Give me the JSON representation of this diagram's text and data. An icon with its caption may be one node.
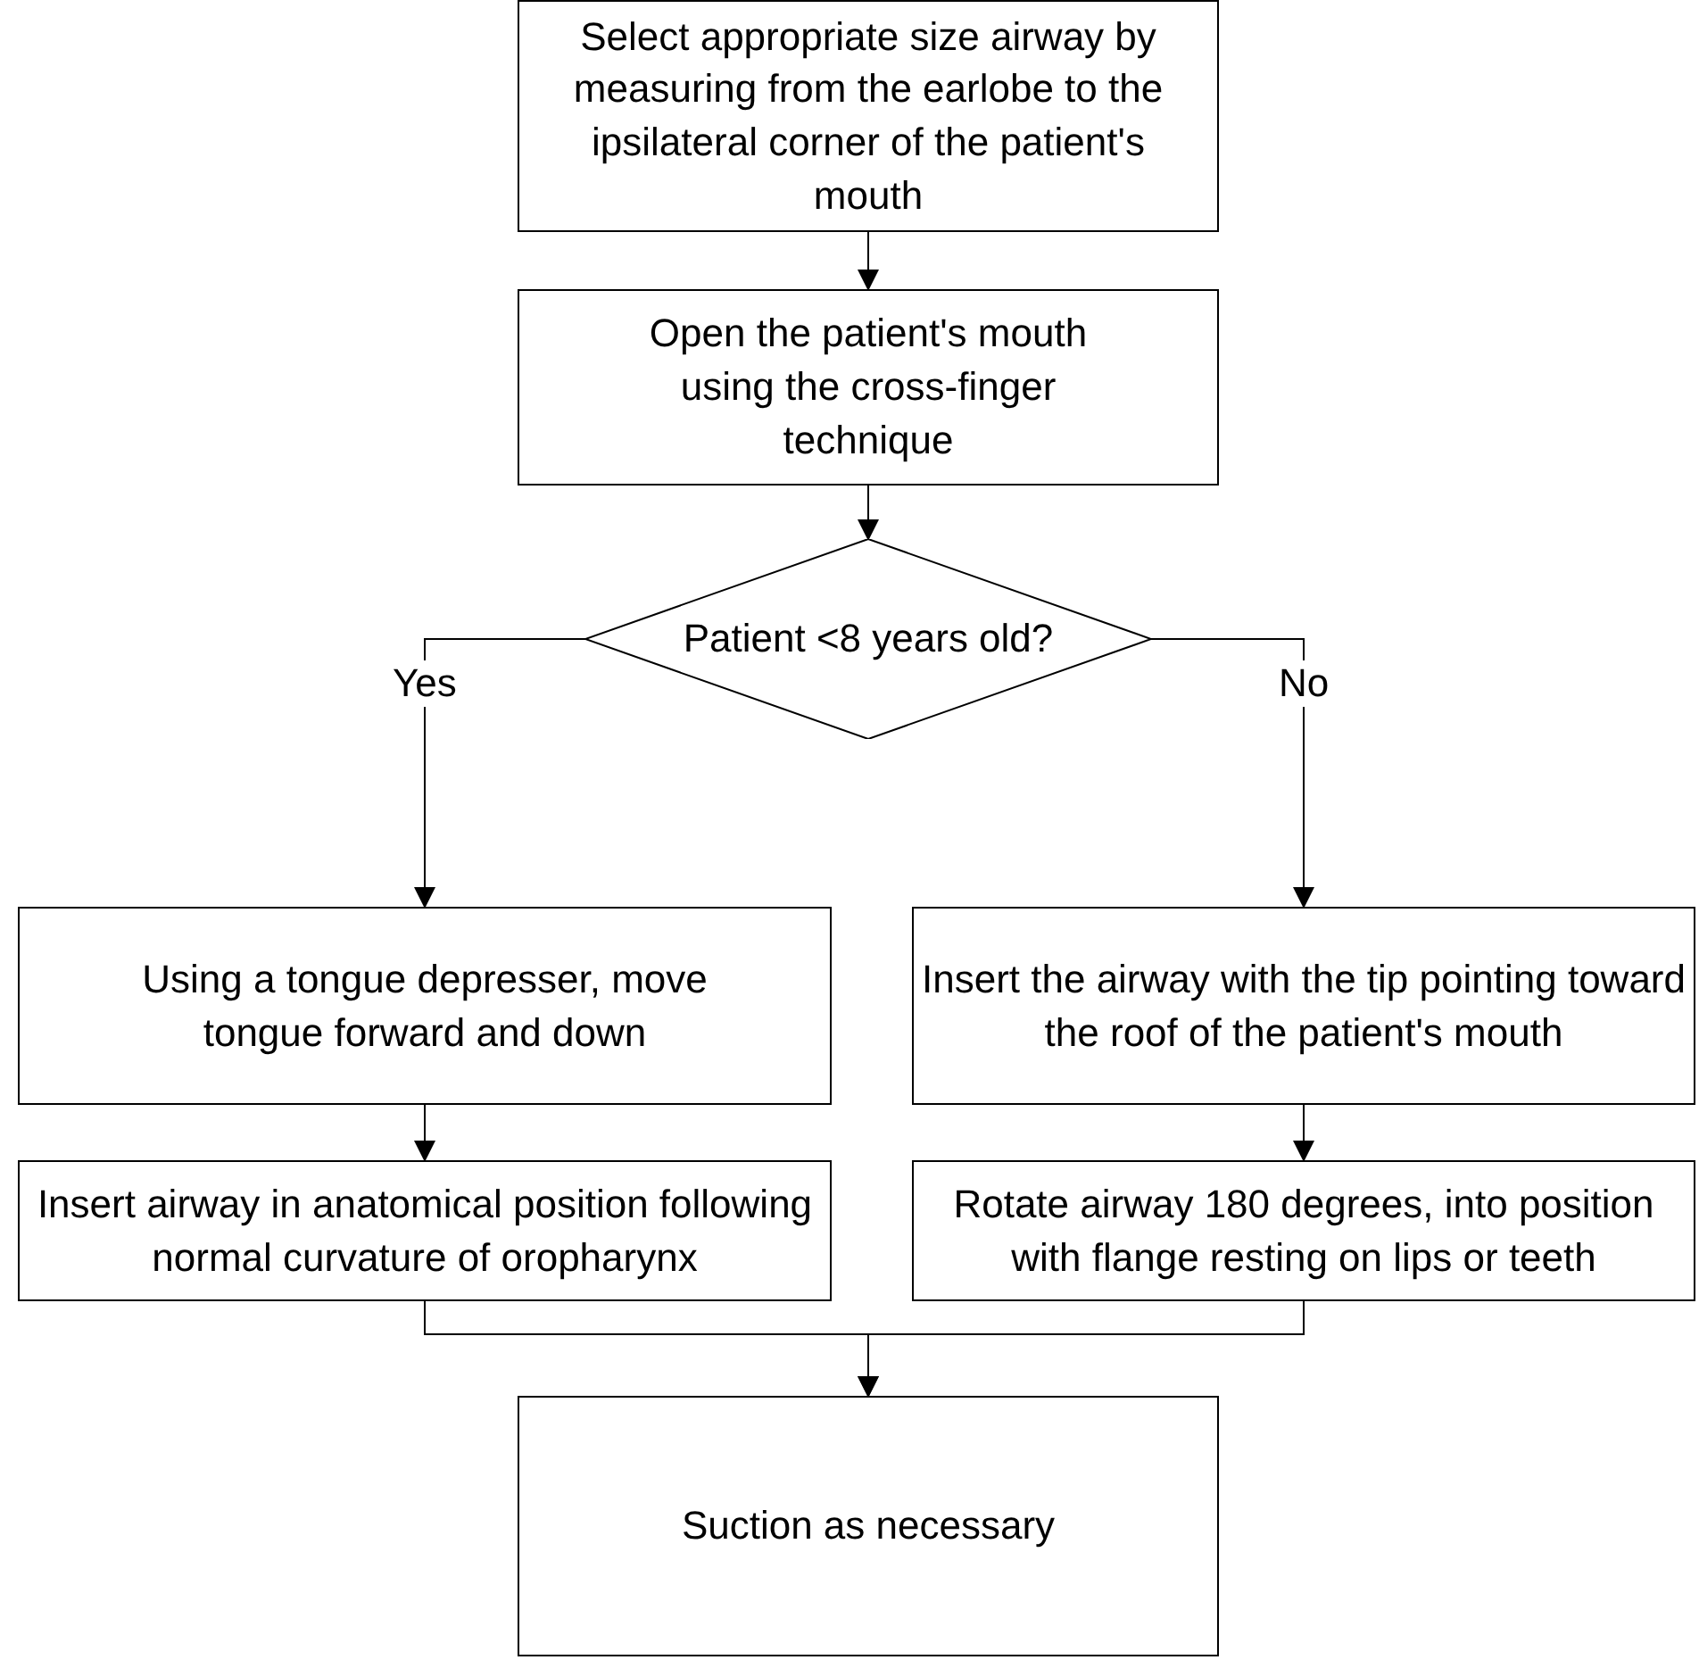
{
  "diagram": {
    "nodes": [
      {
        "text": [
          "Select appropriate size airway by measuring from the earlobe to the ipsilateral corner of the patient's mouth"
        ]
      },
      {
        "text": [
          "Open the patient's mouth using the cross-finger technique"
        ]
      },
      {
        "text": [
          "Patient <8 years old?"
        ]
      },
      {
        "text": [
          "Using a tongue depresser, move tongue forward and down"
        ]
      },
      {
        "text": [
          "Insert the airway with the tip pointing toward the roof of the patient's mouth"
        ]
      },
      {
        "text": [
          "Insert airway in anatomical position following normal curvature of oropharynx"
        ]
      },
      {
        "text": [
          "Rotate airway 180 degrees, into position with flange resting on lips or teeth"
        ]
      },
      {
        "text": [
          "Suction as necessary"
        ]
      }
    ],
    "edges": [
      {
        "from": 0,
        "to": 1,
        "arrow": "to"
      },
      {
        "from": 1,
        "to": 2,
        "arrow": "to"
      },
      {
        "from": 2,
        "to": 3,
        "arrow": "to",
        "label": "Yes"
      },
      {
        "from": 2,
        "to": 4,
        "arrow": "to",
        "label": "No"
      },
      {
        "from": 3,
        "to": 5,
        "arrow": "to"
      },
      {
        "from": 4,
        "to": 6,
        "arrow": "to"
      },
      {
        "from": 5,
        "to": 7,
        "arrow": "to"
      },
      {
        "from": 6,
        "to": 7,
        "arrow": "to"
      }
    ]
  }
}
